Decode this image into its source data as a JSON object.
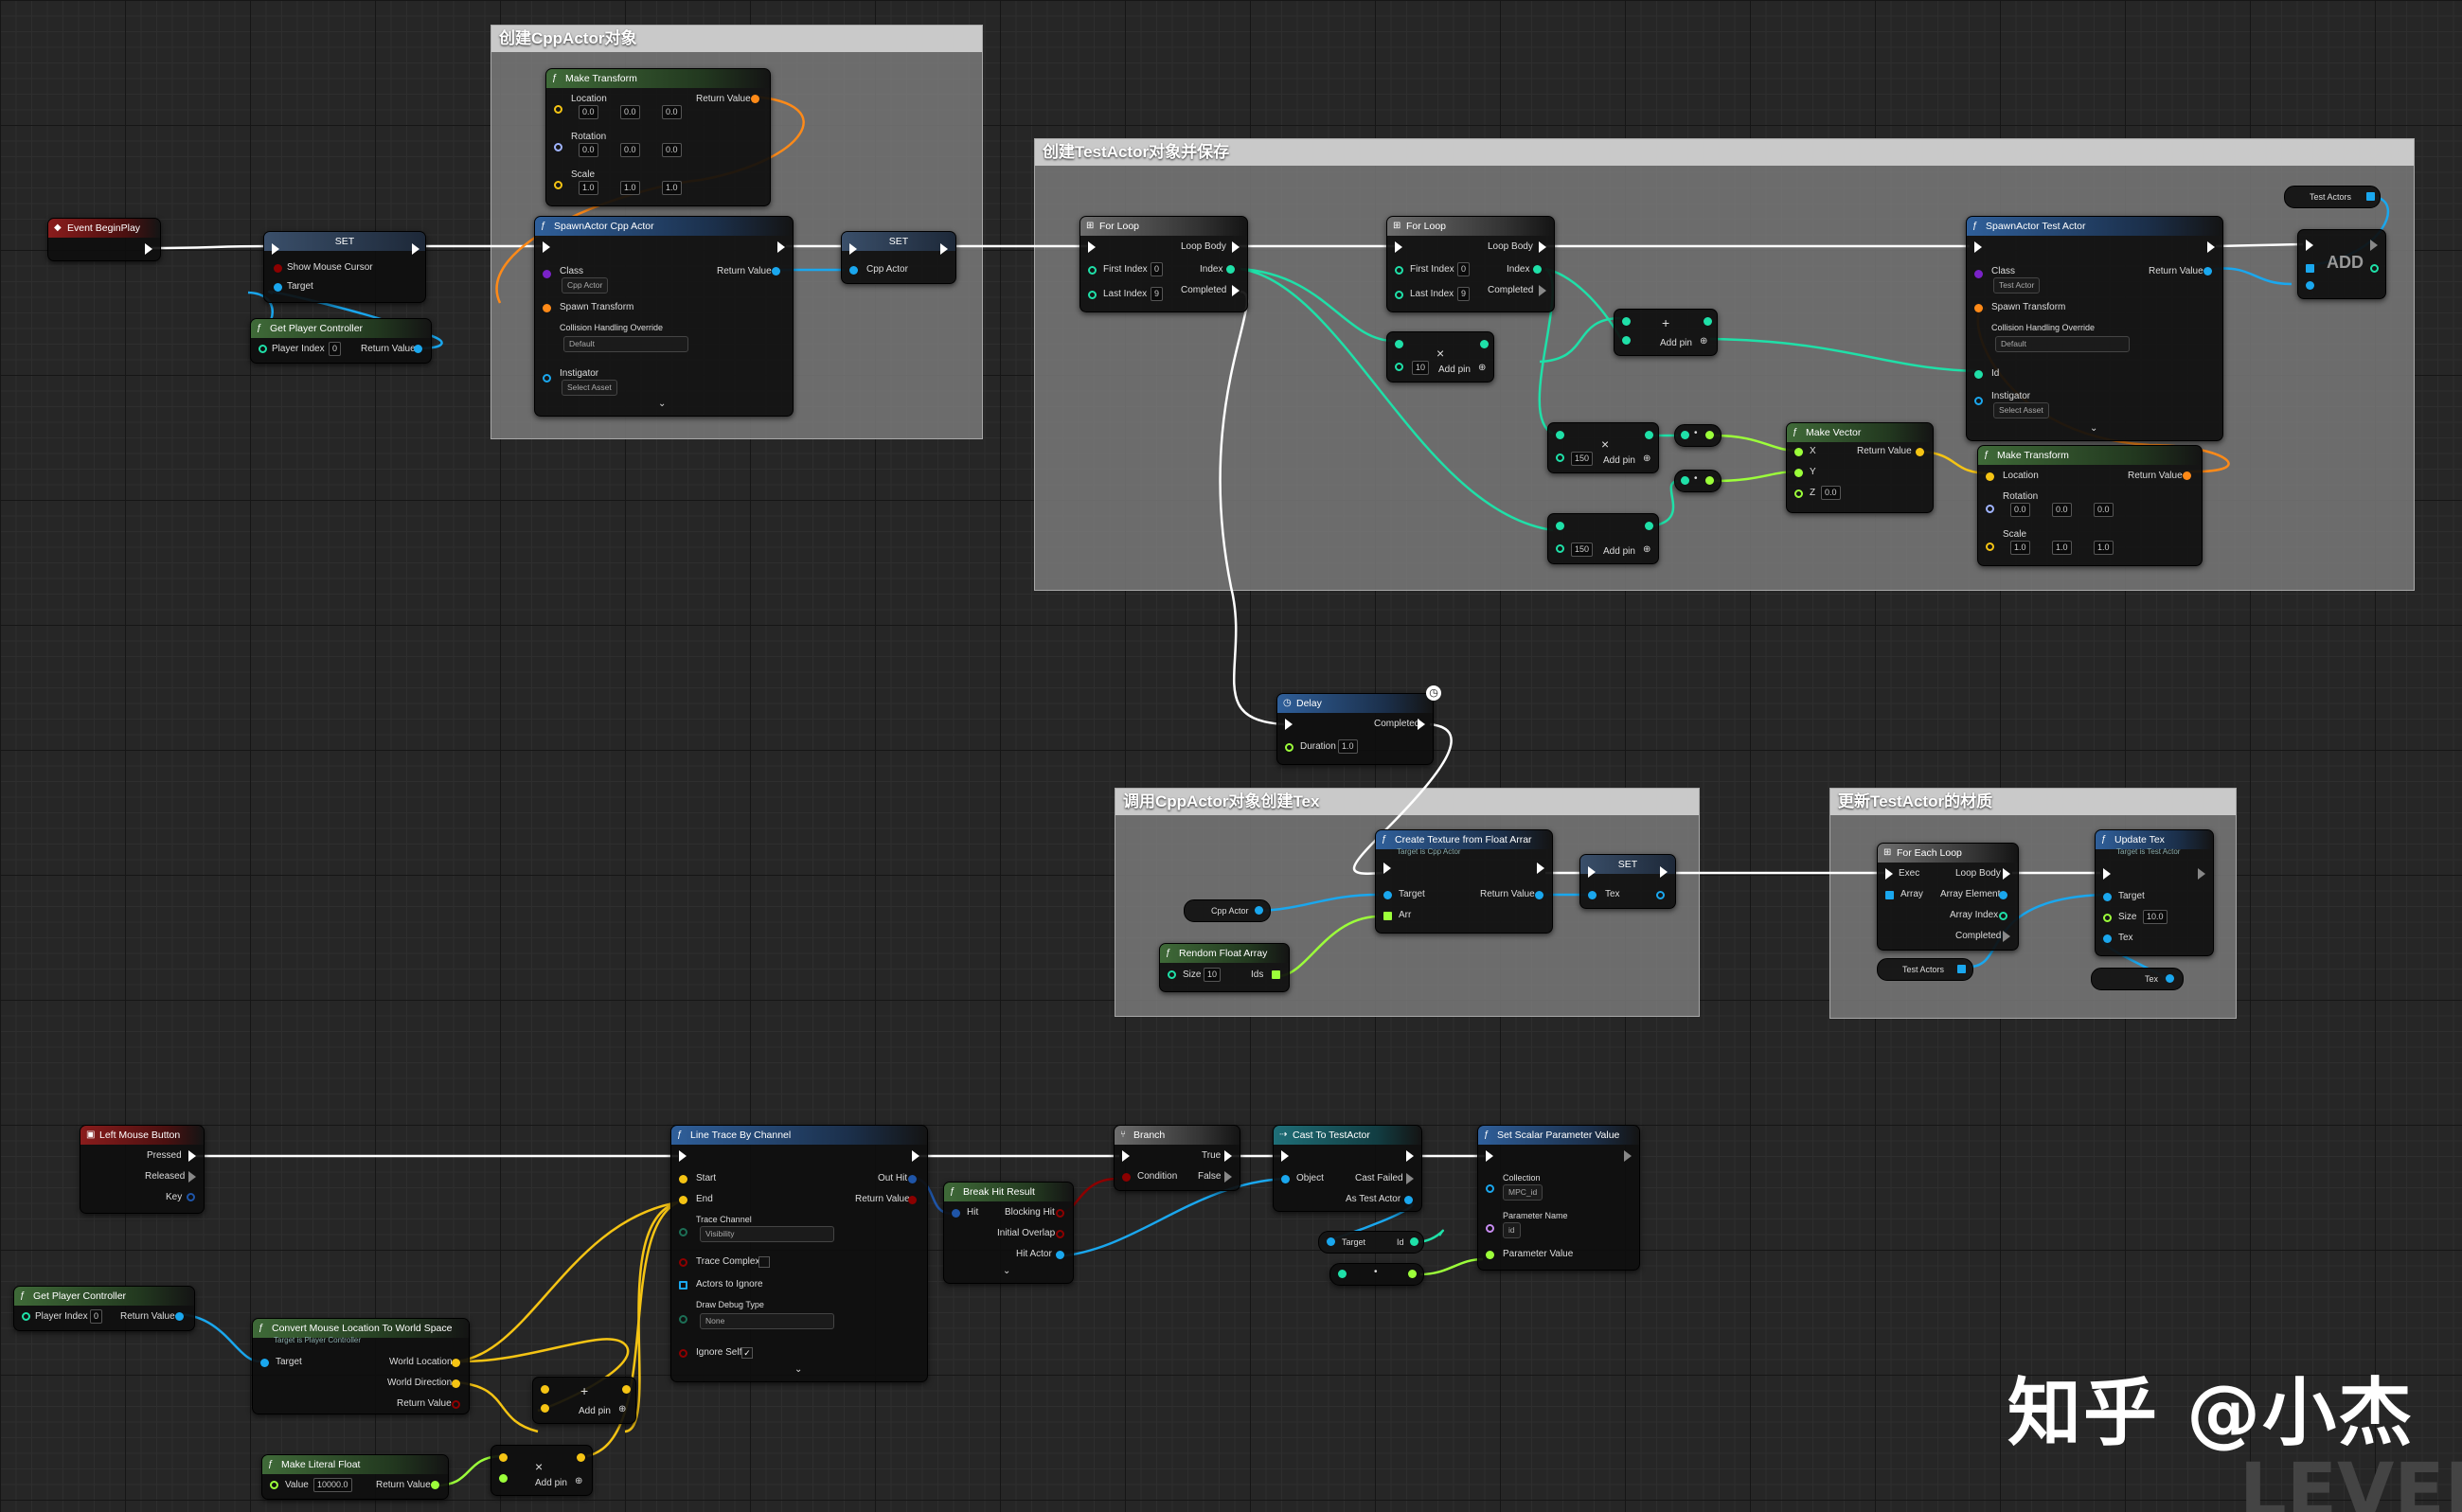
{
  "comments": {
    "create_cpp_actor": "创建CppActor对象",
    "create_test_actor": "创建TestActor对象并保存",
    "call_cpp_actor": "调用CppActor对象创建Tex",
    "update_test_actor": "更新TestActor的材质"
  },
  "nodes": {
    "event_begin_play": {
      "title": "Event BeginPlay"
    },
    "set_show_cursor": {
      "title": "SET",
      "show_mouse_cursor": "Show Mouse Cursor",
      "target": "Target"
    },
    "get_player_controller_1": {
      "title": "Get Player Controller",
      "player_index": "Player Index",
      "player_index_value": "0",
      "return_value": "Return Value"
    },
    "make_transform_1": {
      "title": "Make Transform",
      "location": "Location",
      "rotation": "Rotation",
      "scale": "Scale",
      "return_value": "Return Value",
      "loc": [
        "0.0",
        "0.0",
        "0.0"
      ],
      "rot": [
        "0.0",
        "0.0",
        "0.0"
      ],
      "scl": [
        "1.0",
        "1.0",
        "1.0"
      ]
    },
    "spawn_cpp_actor": {
      "title": "SpawnActor Cpp Actor",
      "class": "Class",
      "class_value": "Cpp Actor",
      "spawn_transform": "Spawn Transform",
      "collision": "Collision Handling Override",
      "collision_value": "Default",
      "instigator": "Instigator",
      "instigator_value": "Select Asset",
      "return_value": "Return Value"
    },
    "set_cpp_actor": {
      "title": "SET",
      "cpp_actor": "Cpp Actor"
    },
    "for_loop_1": {
      "title": "For Loop",
      "loop_body": "Loop Body",
      "first_index": "First Index",
      "first_value": "0",
      "index": "Index",
      "last_index": "Last Index",
      "last_value": "9",
      "completed": "Completed"
    },
    "for_loop_2": {
      "title": "For Loop",
      "loop_body": "Loop Body",
      "first_index": "First Index",
      "first_value": "0",
      "index": "Index",
      "last_index": "Last Index",
      "last_value": "9",
      "completed": "Completed"
    },
    "multiply_10": {
      "value": "10",
      "add_pin": "Add pin"
    },
    "add_1": {
      "add_pin": "Add pin"
    },
    "multiply_150_a": {
      "value": "150",
      "add_pin": "Add pin"
    },
    "multiply_150_b": {
      "value": "150",
      "add_pin": "Add pin"
    },
    "make_vector": {
      "title": "Make Vector",
      "x": "X",
      "y": "Y",
      "z": "Z",
      "z_value": "0.0",
      "return_value": "Return Value"
    },
    "spawn_test_actor": {
      "title": "SpawnActor Test Actor",
      "class": "Class",
      "class_value": "Test Actor",
      "spawn_transform": "Spawn Transform",
      "collision": "Collision Handling Override",
      "collision_value": "Default",
      "id": "Id",
      "instigator": "Instigator",
      "instigator_value": "Select Asset",
      "return_value": "Return Value"
    },
    "make_transform_2": {
      "title": "Make Transform",
      "location": "Location",
      "rotation": "Rotation",
      "scale": "Scale",
      "return_value": "Return Value",
      "rot": [
        "0.0",
        "0.0",
        "0.0"
      ],
      "scl": [
        "1.0",
        "1.0",
        "1.0"
      ]
    },
    "test_actors_get": {
      "label": "Test Actors"
    },
    "array_add": {
      "label": "ADD"
    },
    "delay": {
      "title": "Delay",
      "completed": "Completed",
      "duration": "Duration",
      "duration_value": "1.0"
    },
    "create_texture": {
      "title": "Create Texture from Float Arrar",
      "subtitle": "Target is Cpp Actor",
      "target": "Target",
      "arr": "Arr",
      "return_value": "Return Value"
    },
    "cpp_actor_get": {
      "label": "Cpp Actor"
    },
    "random_float_array": {
      "title": "Rendom Float Array",
      "size": "Size",
      "size_value": "10",
      "ids": "Ids"
    },
    "set_tex": {
      "title": "SET",
      "tex": "Tex"
    },
    "for_each_loop": {
      "title": "For Each Loop",
      "exec": "Exec",
      "loop_body": "Loop Body",
      "array": "Array",
      "array_element": "Array Element",
      "array_index": "Array Index",
      "completed": "Completed"
    },
    "test_actors_get_2": {
      "label": "Test Actors"
    },
    "update_tex": {
      "title": "Update Tex",
      "subtitle": "Target is Test Actor",
      "target": "Target",
      "size": "Size",
      "size_value": "10.0",
      "tex": "Tex"
    },
    "tex_get": {
      "label": "Tex"
    },
    "left_mouse_button": {
      "title": "Left Mouse Button",
      "pressed": "Pressed",
      "released": "Released",
      "key": "Key"
    },
    "get_player_controller_2": {
      "title": "Get Player Controller",
      "player_index": "Player Index",
      "player_index_value": "0",
      "return_value": "Return Value"
    },
    "convert_mouse": {
      "title": "Convert Mouse Location To World Space",
      "subtitle": "Target is Player Controller",
      "target": "Target",
      "world_location": "World Location",
      "world_direction": "World Direction",
      "return_value": "Return Value"
    },
    "make_literal_float": {
      "title": "Make Literal Float",
      "value": "Value",
      "value_value": "10000.0",
      "return_value": "Return Value"
    },
    "add_2": {
      "add_pin": "Add pin"
    },
    "multiply_2": {
      "add_pin": "Add pin"
    },
    "line_trace": {
      "title": "Line Trace By Channel",
      "start": "Start",
      "end": "End",
      "out_hit": "Out Hit",
      "return_value": "Return Value",
      "trace_channel": "Trace Channel",
      "trace_channel_value": "Visibility",
      "trace_complex": "Trace Complex",
      "actors_to_ignore": "Actors to Ignore",
      "draw_debug_type": "Draw Debug Type",
      "draw_debug_value": "None",
      "ignore_self": "Ignore Self"
    },
    "break_hit": {
      "title": "Break Hit Result",
      "hit": "Hit",
      "blocking_hit": "Blocking Hit",
      "initial_overlap": "Initial Overlap",
      "hit_actor": "Hit Actor"
    },
    "branch": {
      "title": "Branch",
      "true": "True",
      "condition": "Condition",
      "false": "False"
    },
    "cast_test_actor": {
      "title": "Cast To TestActor",
      "object": "Object",
      "cast_failed": "Cast Failed",
      "as_test_actor": "As Test Actor"
    },
    "target_id": {
      "target": "Target",
      "id": "Id"
    },
    "set_scalar_param": {
      "title": "Set Scalar Parameter Value",
      "collection": "Collection",
      "collection_value": "MPC_id",
      "parameter_name": "Parameter Name",
      "parameter_name_value": "id",
      "parameter_value": "Parameter Value"
    }
  },
  "watermark": {
    "text": "知乎 @小杰",
    "level": "LEVEL"
  },
  "colors": {
    "exec": "#ffffff",
    "int": "#1fe0a8",
    "float": "#9cff3a",
    "vector": "#f5c414",
    "transform": "#ff8a18",
    "object": "#1aa7ee",
    "class": "#7a22c8",
    "bool": "#8c0000",
    "struct": "#1f55a8"
  }
}
